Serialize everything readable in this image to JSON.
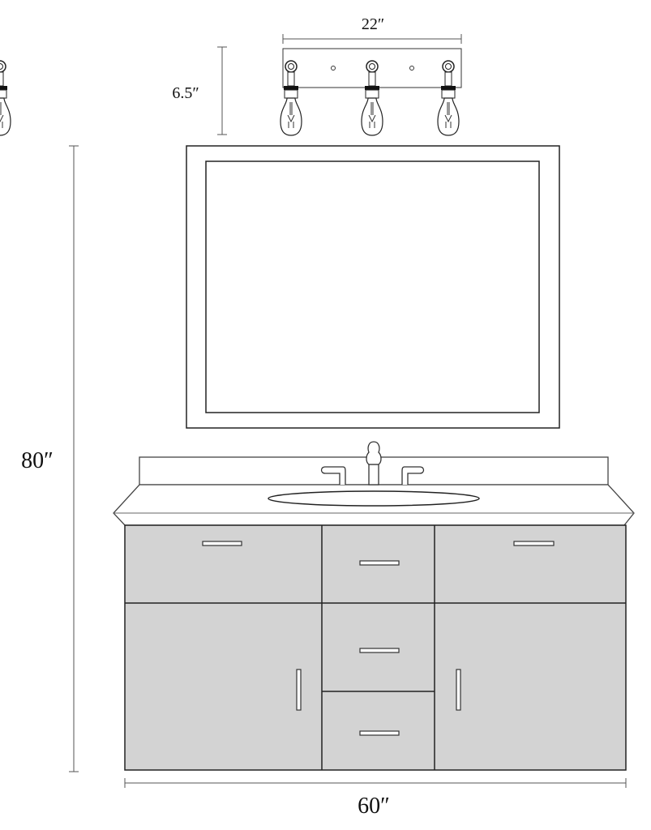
{
  "dimensions": {
    "fixture_width": "22″",
    "fixture_height": "6.5″",
    "overall_height": "80″",
    "vanity_width": "60″"
  },
  "colors": {
    "cabinet_fill": "#d3d3d3",
    "line": "#222222"
  }
}
